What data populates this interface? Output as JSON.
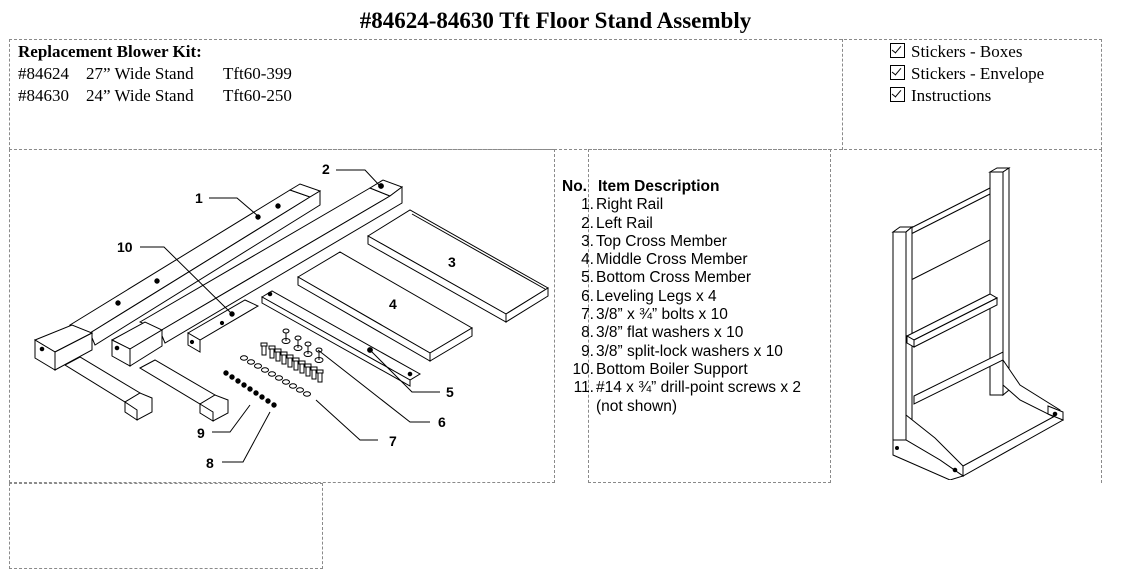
{
  "title": "#84624-84630  Tft Floor Stand Assembly",
  "kit": {
    "heading": "Replacement Blower Kit:",
    "rows": [
      {
        "part": "#84624",
        "desc": "27” Wide Stand",
        "code": "Tft60-399"
      },
      {
        "part": "#84630",
        "desc": "24” Wide Stand",
        "code": "Tft60-250"
      }
    ]
  },
  "checklist": [
    "Stickers - Boxes",
    "Stickers - Envelope",
    "Instructions"
  ],
  "parts_list": {
    "header_no": "No.",
    "header_desc": "Item Description",
    "items": [
      {
        "no": "1.",
        "desc": "Right Rail"
      },
      {
        "no": "2.",
        "desc": "Left Rail"
      },
      {
        "no": "3.",
        "desc": "Top Cross Member"
      },
      {
        "no": "4.",
        "desc": "Middle Cross Member"
      },
      {
        "no": "5.",
        "desc": "Bottom Cross Member"
      },
      {
        "no": "6.",
        "desc": "Leveling Legs x 4"
      },
      {
        "no": "7.",
        "desc": "3/8” x  ¾” bolts x 10"
      },
      {
        "no": "8.",
        "desc": "3/8” flat washers x 10"
      },
      {
        "no": "9.",
        "desc": "3/8” split-lock washers x 10"
      },
      {
        "no": "10.",
        "desc": "Bottom Boiler Support"
      },
      {
        "no": "11.",
        "desc": "#14 x  ¾” drill-point screws x 2"
      },
      {
        "no": "",
        "desc": "(not shown)"
      }
    ]
  },
  "callouts": [
    "1",
    "2",
    "3",
    "4",
    "5",
    "6",
    "7",
    "8",
    "9",
    "10"
  ]
}
